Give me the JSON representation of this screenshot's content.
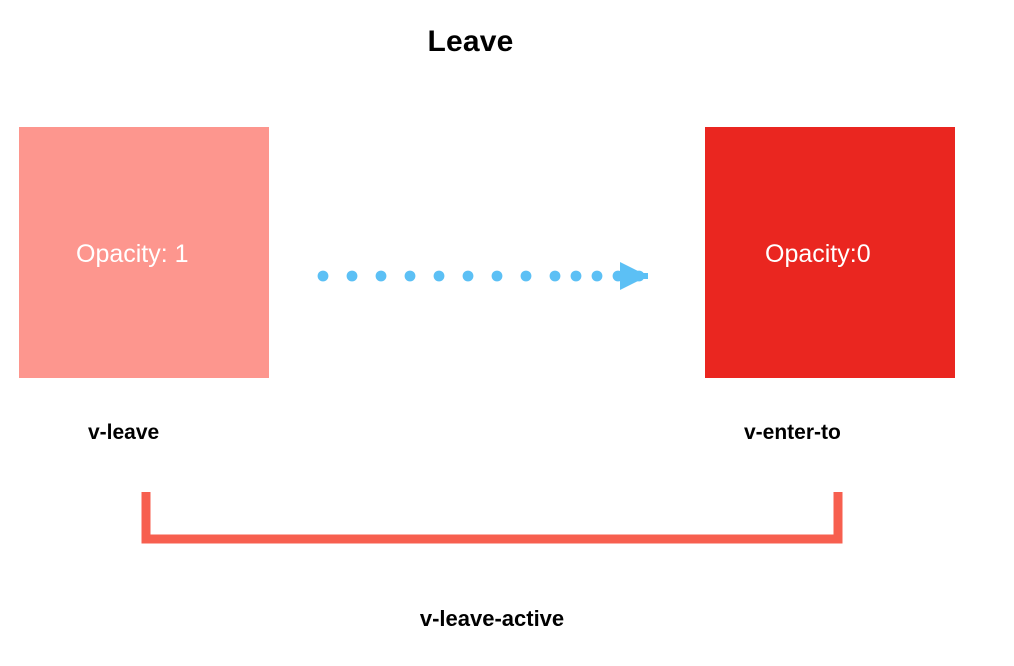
{
  "diagram": {
    "title": "Leave",
    "background_color": "#ffffff",
    "type": "transition-state-diagram",
    "states": [
      {
        "id": "leave-start",
        "label": "Opacity: 1",
        "class_name": "v-leave",
        "fill_color": "#fd968e",
        "text_color": "#ffffff"
      },
      {
        "id": "leave-end",
        "label": "Opacity:0",
        "class_name": "v-enter-to",
        "fill_color": "#ea2620",
        "text_color": "#ffffff"
      }
    ],
    "arrow": {
      "name": "transition-arrow",
      "style": "dotted",
      "color": "#5cc0f5",
      "dot_count": 13,
      "direction": "left-to-right"
    },
    "bracket": {
      "label": "v-leave-active",
      "color": "#f75f4f",
      "orientation": "spans-both-states"
    }
  }
}
